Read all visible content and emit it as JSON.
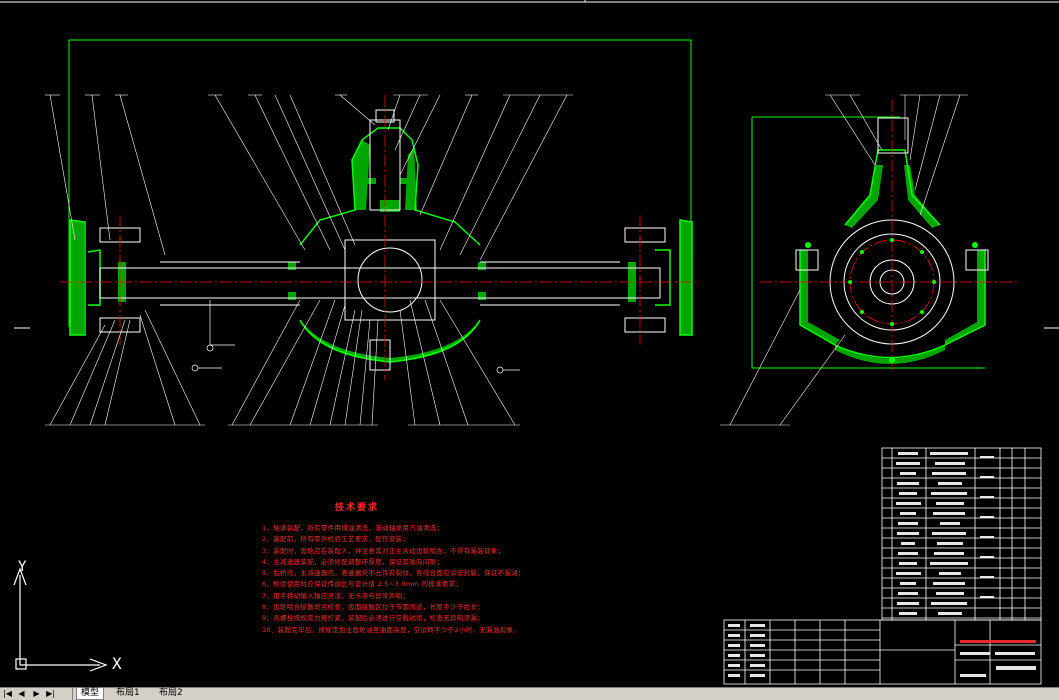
{
  "drawing": {
    "technical_requirements": {
      "title": "技术要求",
      "lines": [
        "1、轴承装配，所有零件用煤油清洗，滚动轴承用汽油清洗；",
        "2、装配前，所有零件检验工艺要求，配作安装；",
        "3、装配时，齿轮应在装配入，并注意其对正主从动齿轮啮合，不得有漏装现象；",
        "4、主减速器装配，必须修配调整环厚度，保证其轴向间隙；",
        "5、后桥壳，主减速器壳，差速器壳不允许有裂纹，各结合面应涂密封胶，保证不漏油；",
        "6、检验使用时应保证传动比与设计值 2.5~3.0mm 的技术要求；",
        "7、用手转动输入轴应灵活，无卡滞与异常声响；",
        "8、齿轮啮合接触斑点检查，齿面接触区位于节圆附近，长度不少于齿长；",
        "9、各螺栓按规定力矩拧紧，装配后必须进行空载试验，检查无异响渗漏；",
        "10、装配完毕后，按规定加注齿轮油至油面高度，空运转不少于2小时，无漏油现象。"
      ]
    },
    "colors": {
      "background": "#000000",
      "outline": "#ffffff",
      "section": "#00ff00",
      "centerline": "#ff0000",
      "text": "#ff2a2a"
    }
  },
  "ucs": {
    "y_label": "Y",
    "x_label": "X",
    "icon": "ucs-axis-icon"
  },
  "statusbar": {
    "nav_first": "|◀",
    "nav_prev": "◀",
    "nav_next": "▶",
    "nav_last": "▶|",
    "tabs": [
      "模型",
      "布局1",
      "布局2"
    ],
    "active_tab": "模型"
  }
}
